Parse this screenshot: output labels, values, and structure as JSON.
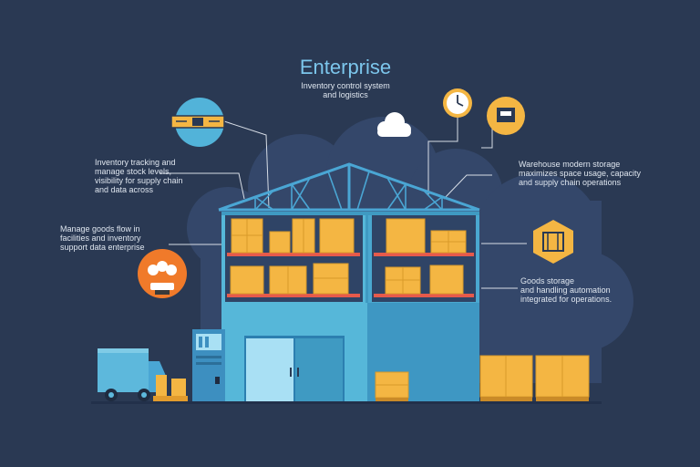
{
  "header": {
    "title": "Enterprise",
    "subtitle_lines": [
      "Inventory control system",
      "and logistics"
    ]
  },
  "callouts": {
    "left_top": [
      "Inventory tracking and",
      "manage stock levels,",
      "visibility for supply chain",
      "and data across"
    ],
    "left_mid": [
      "Manage goods flow in",
      "facilities and inventory",
      "support data enterprise"
    ],
    "right_top": [
      "Warehouse modern storage",
      "maximizes space usage, capacity",
      "and supply chain operations"
    ],
    "right_mid": [
      "Goods storage",
      "and handling automation",
      "integrated for operations."
    ]
  },
  "icons": {
    "left_top": "barcode-scanner-icon",
    "left_mid": "team-people-icon",
    "right_clock": "clock-icon",
    "right_top": "delivery-truck-icon",
    "right_mid": "package-box-icon",
    "cloud": "cloud-icon"
  },
  "colors": {
    "background": "#2a3953",
    "building": "#56b7d9",
    "building_shade": "#3f9ac2",
    "roof_truss": "#4aa6d4",
    "box": "#f4b643",
    "shelf": "#e65a4b",
    "title": "#7cc6ec"
  }
}
